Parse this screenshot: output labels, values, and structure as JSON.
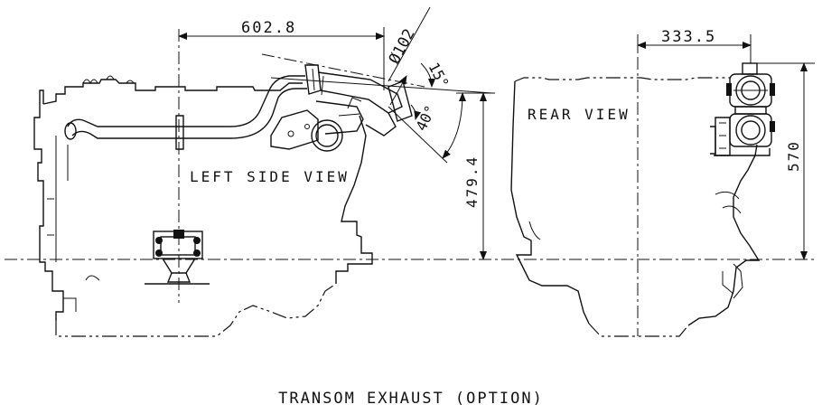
{
  "caption": "TRANSOM EXHAUST (OPTION)",
  "left_view": {
    "label": "LEFT SIDE VIEW",
    "dim_horizontal": "602.8",
    "dim_vertical": "479.4",
    "dim_diameter": "Ø102",
    "angle_upper": "15°",
    "angle_lower": "40°"
  },
  "rear_view": {
    "label": "REAR VIEW",
    "dim_horizontal": "333.5",
    "dim_vertical": "570"
  }
}
